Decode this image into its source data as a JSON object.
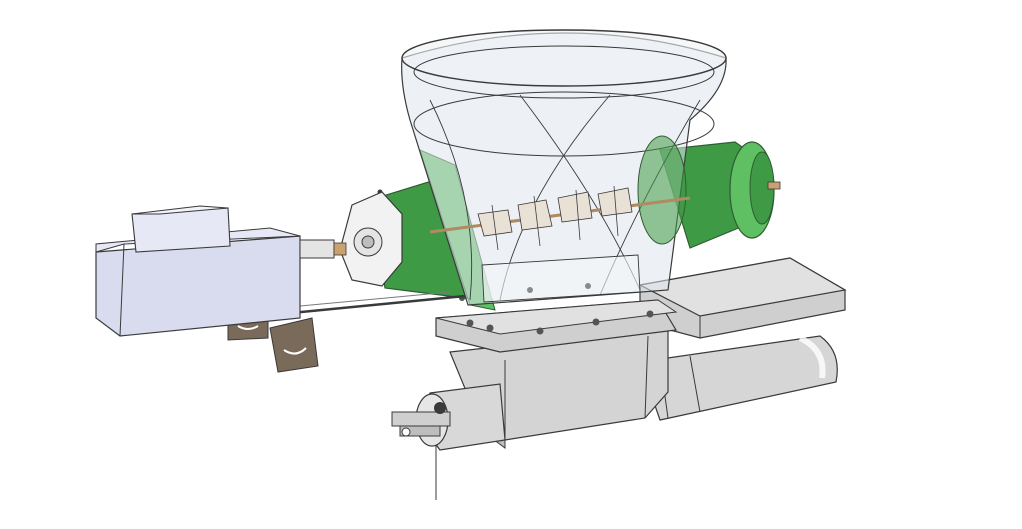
{
  "colors": {
    "background": "#ffffff",
    "outline": "#3a3a3a",
    "motor_body": "#d9dcef",
    "motor_shade": "#c2c6e2",
    "green_drum": "#3f9a45",
    "green_drum_light": "#5fbf63",
    "hopper_glass": "#dfe6ec",
    "steel_light": "#e1e1e1",
    "steel_mid": "#cfcfcf",
    "steel_dark": "#b8b8b8",
    "bracket_brown": "#7a6a5a",
    "blade": "#e9e1d6"
  },
  "components": [
    "drive-motor",
    "motor-coupling",
    "drive-belt",
    "motor-mount-brackets",
    "left-bearing-drum",
    "right-bearing-drum",
    "transparent-hopper",
    "agitator-shaft",
    "agitator-blades",
    "hopper-flange",
    "screw-conveyor-housing",
    "conveyor-tube",
    "outlet-chute",
    "end-cap-valve"
  ]
}
